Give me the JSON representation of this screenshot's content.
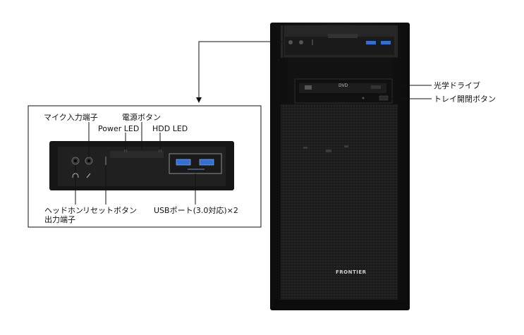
{
  "labels": {
    "mic_input_l1": "マイク入力端子",
    "power_button": "電源ボタン",
    "power_led": "Power LED",
    "hdd_led": "HDD LED",
    "headphone_l1": "ヘッドホン",
    "headphone_l2": "出力端子",
    "reset_button": "リセットボタン",
    "usb_ports": "USBポート(3.0対応)×2",
    "optical_drive": "光学ドライブ",
    "tray_eject_button": "トレイ開閉ボタン"
  },
  "case": {
    "brand": "FRONTIER",
    "drive_logo": "DVD"
  },
  "colors": {
    "case_body": "#151515",
    "case_mesh": "#1e1e1e",
    "panel_top": "#2a2a2a",
    "usb_blue": "#2f6fd6",
    "line": "#111111"
  },
  "icons": [
    "headphone-icon",
    "microphone-icon",
    "usb-ss-icon"
  ]
}
